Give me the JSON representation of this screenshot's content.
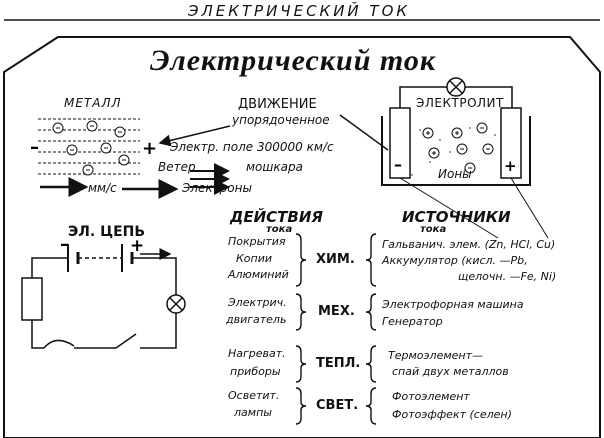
{
  "header": "ЭЛЕКТРИЧЕСКИЙ ТОК",
  "title": "Электрический ток",
  "metal": {
    "label": "МЕТАЛЛ",
    "motion_label": "ДВИЖЕНИЕ",
    "motion_sub": "упорядоченное",
    "field_speed": "Электр. поле 300000 км/с",
    "wind": "Ветер",
    "mosquito": "мошкара",
    "electron_speed": "мм/с",
    "electrons": "Электроны"
  },
  "electrolyte": {
    "label": "ЭЛЕКТРОЛИТ",
    "ions": "Ионы"
  },
  "circuit": {
    "label": "ЭЛ. ЦЕПЬ"
  },
  "actions": {
    "title": "ДЕЙСТВИЯ",
    "sub": "тока"
  },
  "sources": {
    "title": "ИСТОЧНИКИ",
    "sub": "тока"
  },
  "rows": [
    {
      "effects": [
        "Покрытия",
        "Копии",
        "Алюминий"
      ],
      "action": "ХИМ.",
      "sources": [
        "Гальванич. элем. (Zn, HCl, Cu)",
        "Аккумулятор (кисл. —Pb,",
        "щелочн. —Fe, Ni)"
      ]
    },
    {
      "effects": [
        "Электрич.",
        "двигатель"
      ],
      "action": "МЕХ.",
      "sources": [
        "Электрофорная машина",
        "Генератор"
      ]
    },
    {
      "effects": [
        "Нагреват.",
        "приборы"
      ],
      "action": "ТЕПЛ.",
      "sources": [
        "Термоэлемент—",
        "спай двух металлов"
      ]
    },
    {
      "effects": [
        "Осветит.",
        "лампы"
      ],
      "action": "СВЕТ.",
      "sources": [
        "Фотоэлемент",
        "Фотоэффект (селен)"
      ]
    }
  ]
}
